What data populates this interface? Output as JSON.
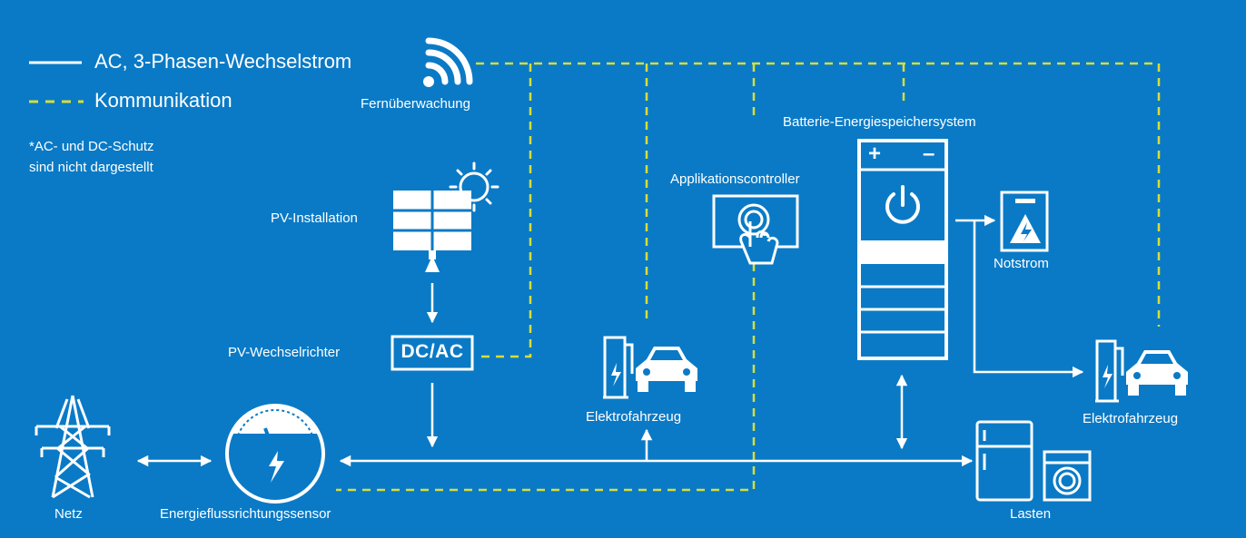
{
  "legend": {
    "ac_label": "AC, 3-Phasen-Wechselstrom",
    "comm_label": "Kommunikation",
    "note_line1": "*AC- und DC-Schutz",
    "note_line2": "sind nicht dargestellt"
  },
  "nodes": {
    "remote_monitoring": "Fernüberwachung",
    "pv_installation": "PV-Installation",
    "pv_inverter": "PV-Wechselrichter",
    "inverter_box": "DC/AC",
    "app_controller": "Applikationscontroller",
    "bess": "Batterie-Energiespeichersystem",
    "bess_plus": "+",
    "bess_minus": "–",
    "backup_power": "Notstrom",
    "ev_center": "Elektrofahrzeug",
    "ev_right": "Elektrofahrzeug",
    "grid": "Netz",
    "sensor": "Energieflussrichtungssensor",
    "loads": "Lasten"
  },
  "colors": {
    "background": "#0a7ac6",
    "ac_line": "#ffffff",
    "comm_line": "#d6de3a"
  },
  "icons": {
    "remote": "wifi-icon",
    "pv": "solar-panel-icon",
    "sun": "sun-icon",
    "controller": "touch-screen-icon",
    "battery": "battery-cabinet-icon",
    "backup": "backup-panel-icon",
    "ev": "ev-charger-car-icon",
    "grid": "power-pylon-icon",
    "sensor": "energy-meter-icon",
    "loads": "appliances-icon"
  }
}
